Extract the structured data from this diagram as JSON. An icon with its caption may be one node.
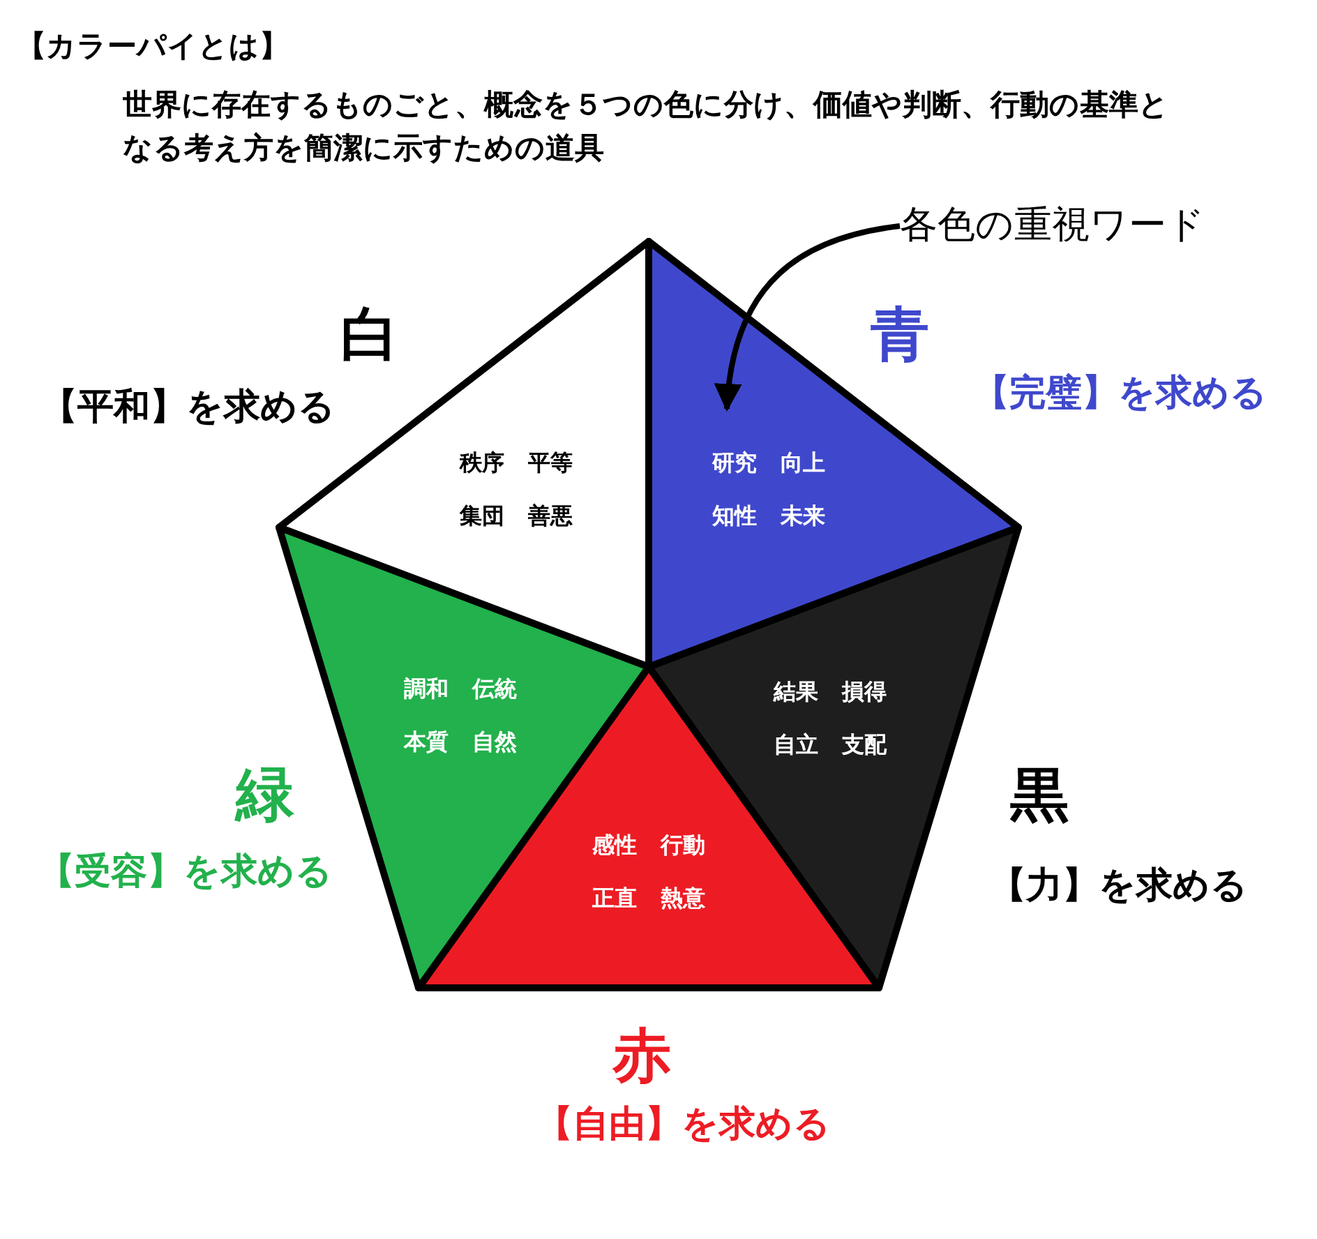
{
  "diagram": {
    "title": "【カラーパイとは】",
    "caption": "世界に存在するものごと、概念を５つの色に分け、価値や判断、行動の基準となる考え方を簡潔に示すための道具",
    "nodes": [
      {
        "text": [
          "秩序",
          "平等",
          "集団",
          "善悪"
        ],
        "beside": [
          "白",
          "【平和】を求める"
        ]
      },
      {
        "text": [
          "研究",
          "向上",
          "知性",
          "未来"
        ],
        "beside": [
          "青",
          "【完璧】を求める"
        ]
      },
      {
        "text": [
          "結果",
          "損得",
          "自立",
          "支配"
        ],
        "beside": [
          "黒",
          "【力】を求める"
        ]
      },
      {
        "text": [
          "感性",
          "行動",
          "正直",
          "熱意"
        ],
        "beside": [
          "赤",
          "【自由】を求める"
        ]
      },
      {
        "text": [
          "調和",
          "伝統",
          "本質",
          "自然"
        ],
        "beside": [
          "緑",
          "【受容】を求める"
        ]
      },
      {
        "text": [
          "各色の重視ワード"
        ]
      }
    ],
    "edges": [
      {
        "from": 5,
        "to": 1,
        "arrow": "to"
      }
    ]
  }
}
